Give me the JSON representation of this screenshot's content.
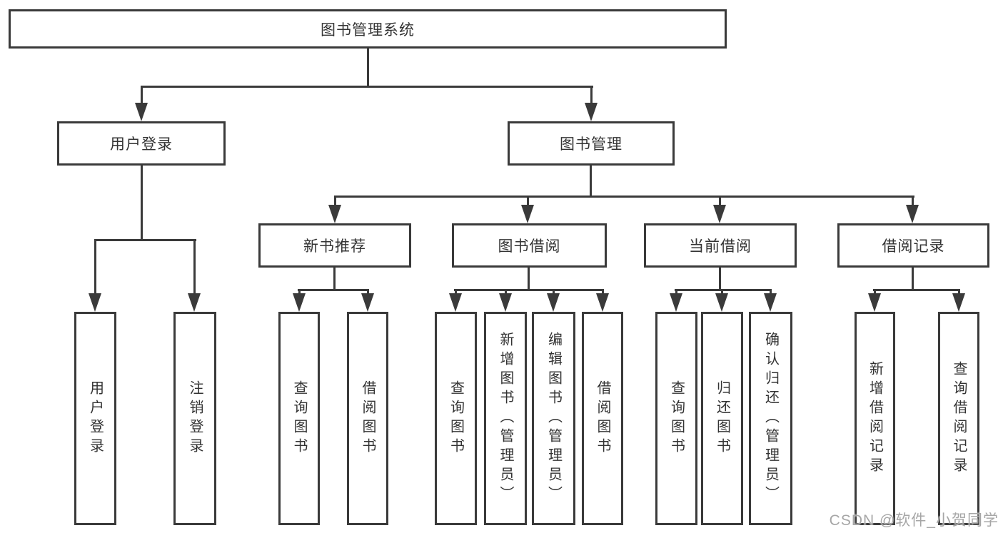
{
  "tree": {
    "root": {
      "label": "图书管理系统"
    },
    "branches": [
      {
        "label": "用户登录",
        "leaves": [
          {
            "label": "用户登录"
          },
          {
            "label": "注销登录"
          }
        ]
      },
      {
        "label": "图书管理",
        "groups": [
          {
            "label": "新书推荐",
            "leaves": [
              {
                "label": "查询图书"
              },
              {
                "label": "借阅图书"
              }
            ]
          },
          {
            "label": "图书借阅",
            "leaves": [
              {
                "label": "查询图书"
              },
              {
                "label": "新增图书（管理员）"
              },
              {
                "label": "编辑图书（管理员）"
              },
              {
                "label": "借阅图书"
              }
            ]
          },
          {
            "label": "当前借阅",
            "leaves": [
              {
                "label": "查询图书"
              },
              {
                "label": "归还图书"
              },
              {
                "label": "确认归还（管理员）"
              }
            ]
          },
          {
            "label": "借阅记录",
            "leaves": [
              {
                "label": "新增借阅记录"
              },
              {
                "label": "查询借阅记录"
              }
            ]
          }
        ]
      }
    ]
  },
  "watermark": {
    "text": "CSDN @软件_小贺同学"
  },
  "colors": {
    "line": "#3a3a3a",
    "text": "#333333",
    "watermark": "#a6a6a6",
    "background": "#ffffff"
  }
}
